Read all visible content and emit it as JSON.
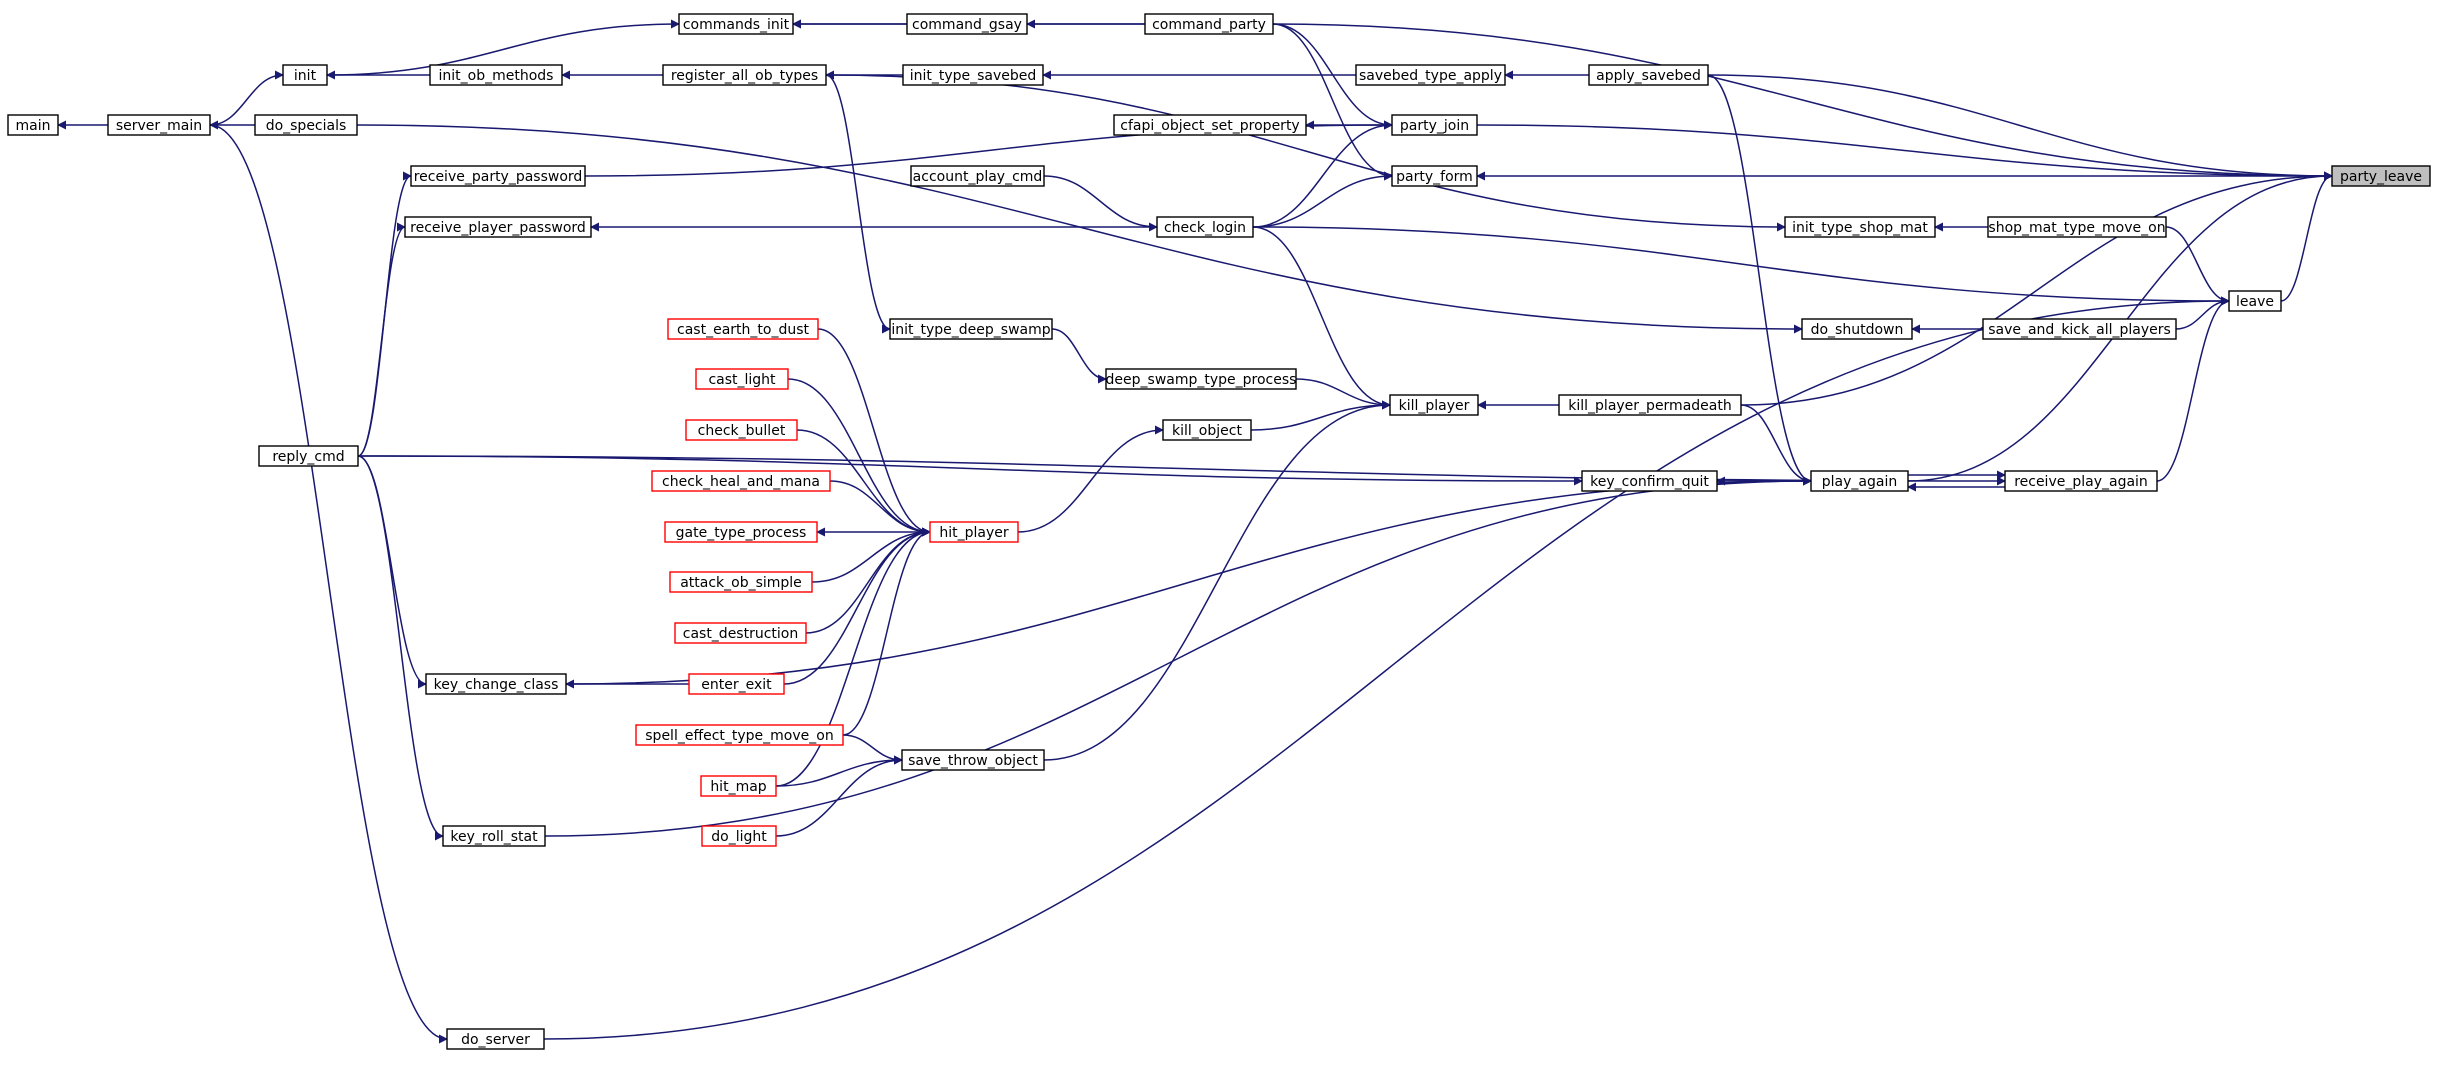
{
  "colors": {
    "edge": "#191970",
    "border": "#000000",
    "red_border": "#ff0000",
    "focus_fill": "#bfbfbf"
  },
  "nodes": [
    {
      "id": "party_leave",
      "label": "party_leave",
      "focus": true
    },
    {
      "id": "main",
      "label": "main"
    },
    {
      "id": "server_main",
      "label": "server_main"
    },
    {
      "id": "init",
      "label": "init"
    },
    {
      "id": "do_specials",
      "label": "do_specials"
    },
    {
      "id": "do_server",
      "label": "do_server"
    },
    {
      "id": "commands_init",
      "label": "commands_init"
    },
    {
      "id": "init_ob_methods",
      "label": "init_ob_methods"
    },
    {
      "id": "command_gsay",
      "label": "command_gsay"
    },
    {
      "id": "command_party",
      "label": "command_party"
    },
    {
      "id": "register_all_ob_types",
      "label": "register_all_ob_types"
    },
    {
      "id": "init_type_savebed",
      "label": "init_type_savebed"
    },
    {
      "id": "savebed_type_apply",
      "label": "savebed_type_apply"
    },
    {
      "id": "apply_savebed",
      "label": "apply_savebed"
    },
    {
      "id": "cfapi_object_set_property",
      "label": "cfapi_object_set_property"
    },
    {
      "id": "party_join",
      "label": "party_join"
    },
    {
      "id": "receive_party_password",
      "label": "receive_party_password"
    },
    {
      "id": "party_form",
      "label": "party_form"
    },
    {
      "id": "account_play_cmd",
      "label": "account_play_cmd"
    },
    {
      "id": "receive_player_password",
      "label": "receive_player_password"
    },
    {
      "id": "check_login",
      "label": "check_login"
    },
    {
      "id": "init_type_shop_mat",
      "label": "init_type_shop_mat"
    },
    {
      "id": "shop_mat_type_move_on",
      "label": "shop_mat_type_move_on"
    },
    {
      "id": "leave",
      "label": "leave"
    },
    {
      "id": "cast_earth_to_dust",
      "label": "cast_earth_to_dust",
      "red": true
    },
    {
      "id": "init_type_deep_swamp",
      "label": "init_type_deep_swamp"
    },
    {
      "id": "do_shutdown",
      "label": "do_shutdown"
    },
    {
      "id": "save_and_kick_all_players",
      "label": "save_and_kick_all_players"
    },
    {
      "id": "cast_light",
      "label": "cast_light",
      "red": true
    },
    {
      "id": "deep_swamp_type_process",
      "label": "deep_swamp_type_process"
    },
    {
      "id": "kill_player",
      "label": "kill_player"
    },
    {
      "id": "kill_player_permadeath",
      "label": "kill_player_permadeath"
    },
    {
      "id": "check_bullet",
      "label": "check_bullet",
      "red": true
    },
    {
      "id": "kill_object",
      "label": "kill_object"
    },
    {
      "id": "reply_cmd",
      "label": "reply_cmd"
    },
    {
      "id": "check_heal_and_mana",
      "label": "check_heal_and_mana",
      "red": true
    },
    {
      "id": "key_confirm_quit",
      "label": "key_confirm_quit"
    },
    {
      "id": "play_again",
      "label": "play_again"
    },
    {
      "id": "receive_play_again",
      "label": "receive_play_again"
    },
    {
      "id": "gate_type_process",
      "label": "gate_type_process",
      "red": true
    },
    {
      "id": "hit_player",
      "label": "hit_player",
      "red": true
    },
    {
      "id": "attack_ob_simple",
      "label": "attack_ob_simple",
      "red": true
    },
    {
      "id": "cast_destruction",
      "label": "cast_destruction",
      "red": true
    },
    {
      "id": "key_change_class",
      "label": "key_change_class"
    },
    {
      "id": "enter_exit",
      "label": "enter_exit",
      "red": true
    },
    {
      "id": "spell_effect_type_move_on",
      "label": "spell_effect_type_move_on",
      "red": true
    },
    {
      "id": "save_throw_object",
      "label": "save_throw_object"
    },
    {
      "id": "hit_map",
      "label": "hit_map",
      "red": true
    },
    {
      "id": "do_light",
      "label": "do_light",
      "red": true
    },
    {
      "id": "key_roll_stat",
      "label": "key_roll_stat"
    }
  ],
  "edges": [
    {
      "from": "main",
      "to": "server_main"
    },
    {
      "from": "server_main",
      "to": "init"
    },
    {
      "from": "server_main",
      "to": "do_specials"
    },
    {
      "from": "server_main",
      "to": "do_server"
    },
    {
      "from": "init",
      "to": "commands_init"
    },
    {
      "from": "init",
      "to": "init_ob_methods"
    },
    {
      "from": "commands_init",
      "to": "command_gsay"
    },
    {
      "from": "commands_init",
      "to": "command_party"
    },
    {
      "from": "command_gsay",
      "to": "command_party"
    },
    {
      "from": "init_ob_methods",
      "to": "register_all_ob_types"
    },
    {
      "from": "register_all_ob_types",
      "to": "init_type_savebed"
    },
    {
      "from": "register_all_ob_types",
      "to": "init_type_shop_mat"
    },
    {
      "from": "register_all_ob_types",
      "to": "init_type_deep_swamp"
    },
    {
      "from": "init_type_savebed",
      "to": "savebed_type_apply"
    },
    {
      "from": "savebed_type_apply",
      "to": "apply_savebed"
    },
    {
      "from": "command_party",
      "to": "party_join"
    },
    {
      "from": "command_party",
      "to": "party_form"
    },
    {
      "from": "command_party",
      "to": "party_leave"
    },
    {
      "from": "cfapi_object_set_property",
      "to": "party_join"
    },
    {
      "from": "receive_party_password",
      "to": "party_join"
    },
    {
      "from": "check_login",
      "to": "party_join"
    },
    {
      "from": "check_login",
      "to": "party_form"
    },
    {
      "from": "account_play_cmd",
      "to": "check_login"
    },
    {
      "from": "receive_player_password",
      "to": "check_login"
    },
    {
      "from": "check_login",
      "to": "leave"
    },
    {
      "from": "apply_savebed",
      "to": "party_leave"
    },
    {
      "from": "apply_savebed",
      "to": "play_again"
    },
    {
      "from": "party_join",
      "to": "party_leave"
    },
    {
      "from": "party_form",
      "to": "party_leave"
    },
    {
      "from": "init_type_shop_mat",
      "to": "shop_mat_type_move_on"
    },
    {
      "from": "shop_mat_type_move_on",
      "to": "leave"
    },
    {
      "from": "leave",
      "to": "party_leave"
    },
    {
      "from": "do_specials",
      "to": "do_shutdown"
    },
    {
      "from": "do_shutdown",
      "to": "save_and_kick_all_players"
    },
    {
      "from": "save_and_kick_all_players",
      "to": "leave"
    },
    {
      "from": "reply_cmd",
      "to": "key_confirm_quit"
    },
    {
      "from": "reply_cmd",
      "to": "receive_party_password"
    },
    {
      "from": "reply_cmd",
      "to": "receive_player_password"
    },
    {
      "from": "reply_cmd",
      "to": "key_change_class"
    },
    {
      "from": "reply_cmd",
      "to": "key_roll_stat"
    },
    {
      "from": "reply_cmd",
      "to": "receive_play_again"
    },
    {
      "from": "init_type_deep_swamp",
      "to": "deep_swamp_type_process"
    },
    {
      "from": "deep_swamp_type_process",
      "to": "kill_player"
    },
    {
      "from": "kill_object",
      "to": "kill_player"
    },
    {
      "from": "check_login",
      "to": "kill_player"
    },
    {
      "from": "save_throw_object",
      "to": "kill_player"
    },
    {
      "from": "kill_player",
      "to": "kill_player_permadeath"
    },
    {
      "from": "kill_player_permadeath",
      "to": "party_leave"
    },
    {
      "from": "kill_player_permadeath",
      "to": "play_again"
    },
    {
      "from": "key_confirm_quit",
      "to": "play_again"
    },
    {
      "from": "play_again",
      "to": "party_leave"
    },
    {
      "from": "play_again",
      "to": "receive_play_again"
    },
    {
      "from": "receive_play_again",
      "to": "play_again"
    },
    {
      "from": "receive_play_again",
      "to": "leave"
    },
    {
      "from": "hit_player",
      "to": "kill_object"
    },
    {
      "from": "cast_earth_to_dust",
      "to": "hit_player"
    },
    {
      "from": "cast_light",
      "to": "hit_player"
    },
    {
      "from": "check_bullet",
      "to": "hit_player"
    },
    {
      "from": "check_heal_and_mana",
      "to": "hit_player"
    },
    {
      "from": "gate_type_process",
      "to": "hit_player"
    },
    {
      "from": "attack_ob_simple",
      "to": "hit_player"
    },
    {
      "from": "cast_destruction",
      "to": "hit_player"
    },
    {
      "from": "enter_exit",
      "to": "hit_player"
    },
    {
      "from": "spell_effect_type_move_on",
      "to": "hit_player"
    },
    {
      "from": "hit_map",
      "to": "hit_player"
    },
    {
      "from": "key_change_class",
      "to": "enter_exit"
    },
    {
      "from": "key_change_class",
      "to": "play_again"
    },
    {
      "from": "key_roll_stat",
      "to": "play_again"
    },
    {
      "from": "spell_effect_type_move_on",
      "to": "save_throw_object"
    },
    {
      "from": "hit_map",
      "to": "save_throw_object"
    },
    {
      "from": "do_light",
      "to": "save_throw_object"
    },
    {
      "from": "do_server",
      "to": "leave"
    }
  ]
}
